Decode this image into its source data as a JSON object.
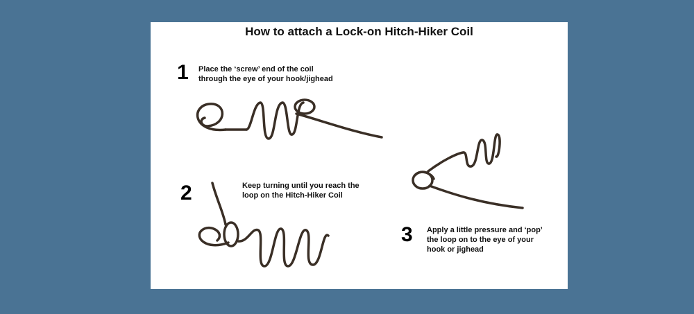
{
  "title": "How to attach a Lock-on Hitch-Hiker Coil",
  "steps": [
    {
      "number": "1",
      "lines": [
        "Place the ‘screw’ end of the coil",
        "through the eye of your hook/jighead"
      ]
    },
    {
      "number": "2",
      "lines": [
        "Keep turning until you reach the",
        "loop on the Hitch-Hiker Coil"
      ]
    },
    {
      "number": "3",
      "lines": [
        "Apply a little pressure and ‘pop’",
        "the loop on to the eye of your",
        "hook or jighead"
      ]
    }
  ],
  "colors": {
    "background": "#4a7394",
    "card": "#ffffff",
    "wire": "#3a2f26"
  }
}
